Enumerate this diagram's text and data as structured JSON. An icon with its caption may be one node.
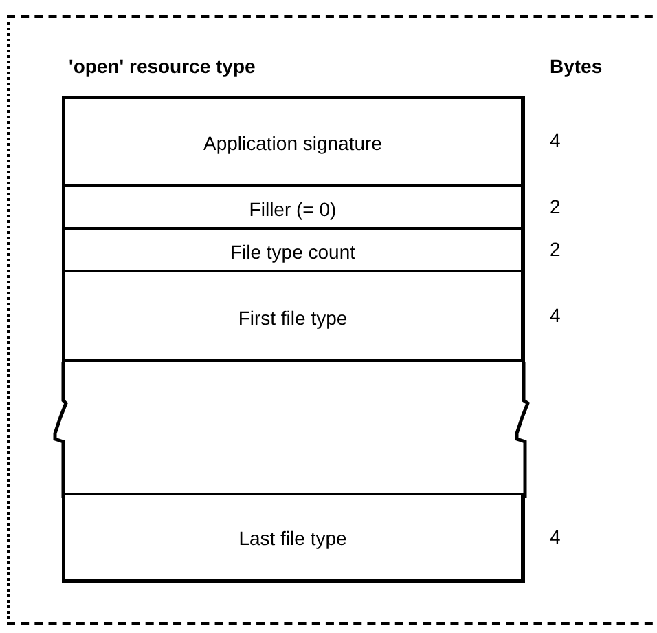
{
  "diagram": {
    "title": "'open' resource type",
    "nodes": [
      {
        "text": [
          "Application signature"
        ],
        "beside": [
          "4"
        ]
      },
      {
        "text": [
          "Filler (= 0)"
        ],
        "beside": [
          "2"
        ]
      },
      {
        "text": [
          "File type count"
        ],
        "beside": [
          "2"
        ]
      },
      {
        "text": [
          "First file type"
        ],
        "beside": [
          "4"
        ]
      },
      {
        "text": [],
        "shape": "box"
      },
      {
        "text": [
          "Last file type"
        ],
        "beside": [
          "4"
        ]
      }
    ],
    "labels": [
      "Bytes"
    ]
  }
}
